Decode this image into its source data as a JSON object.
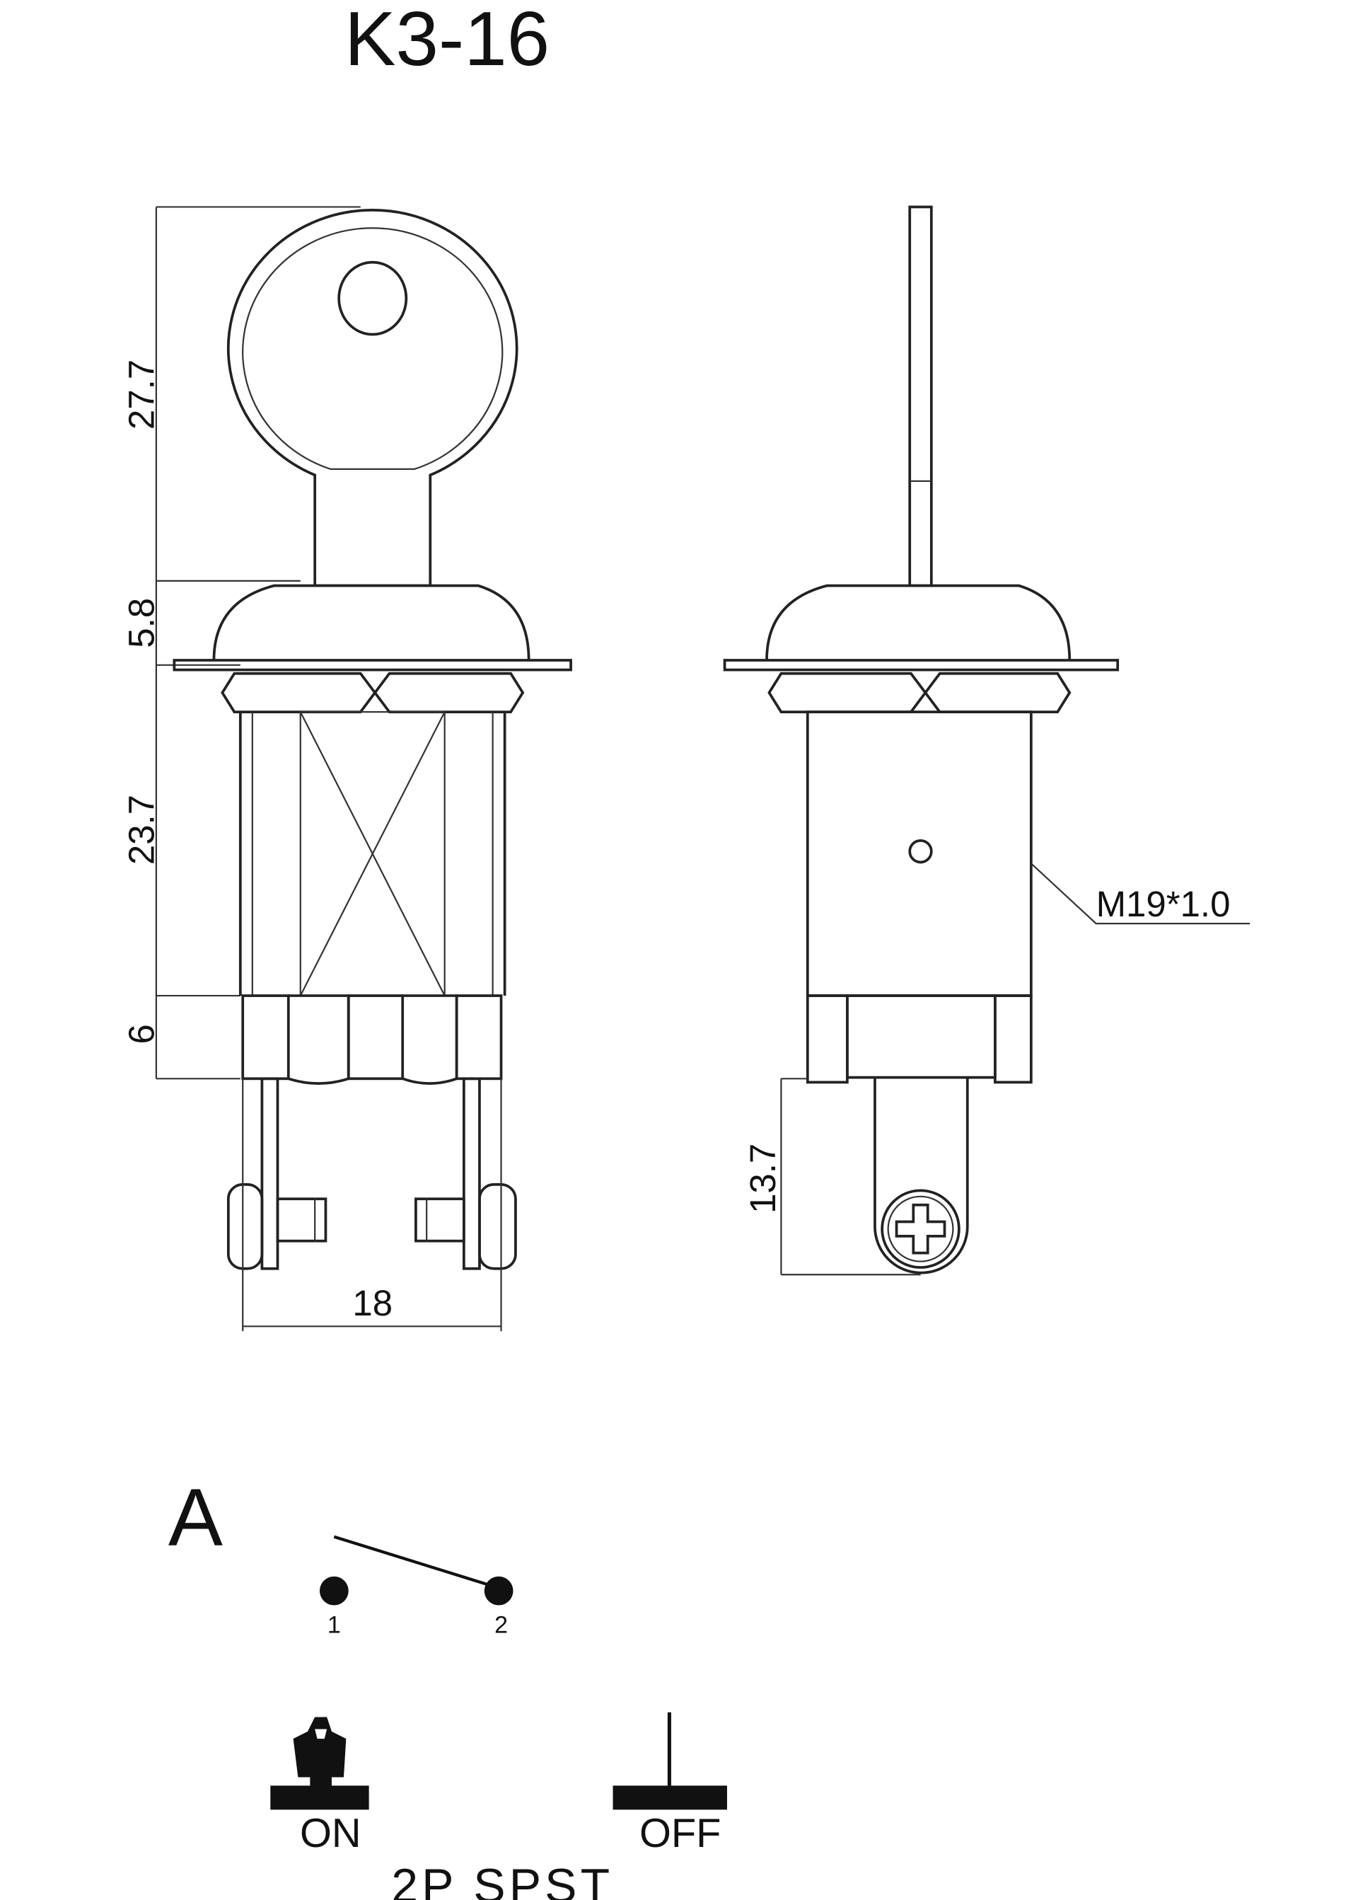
{
  "title": "K3-16",
  "dimensions": {
    "key_height": "27.7",
    "cap_height": "5.8",
    "body_height": "23.7",
    "base_height": "6",
    "width": "18",
    "terminal_length": "13.7",
    "thread": "M19*1.0"
  },
  "circuit": {
    "label": "A",
    "terminal_1": "1",
    "terminal_2": "2"
  },
  "positions": {
    "on_label": "ON",
    "off_label": "OFF",
    "type_label": "2P SPST"
  },
  "colors": {
    "ink": "#111111",
    "background": "#ffffff"
  }
}
